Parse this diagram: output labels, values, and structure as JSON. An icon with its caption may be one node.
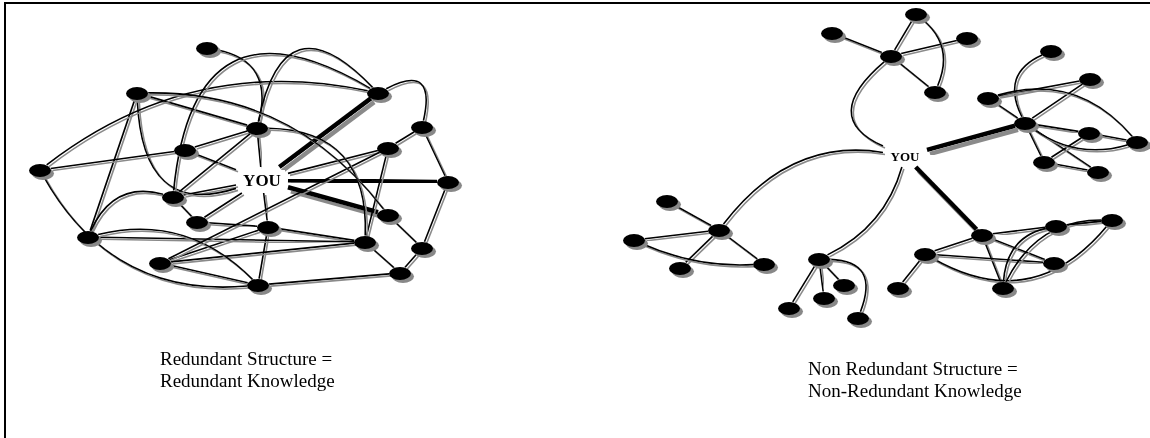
{
  "diagram": {
    "nodes": [
      {
        "text": [
          "YOU"
        ]
      },
      {
        "text": [],
        "shape": "circle"
      },
      {
        "text": [],
        "shape": "circle"
      },
      {
        "text": [],
        "shape": "circle"
      },
      {
        "text": [],
        "shape": "circle"
      },
      {
        "text": [],
        "shape": "circle"
      },
      {
        "text": [],
        "shape": "circle"
      },
      {
        "text": [],
        "shape": "circle"
      },
      {
        "text": [],
        "shape": "circle"
      },
      {
        "text": [],
        "shape": "circle"
      },
      {
        "text": [],
        "shape": "circle"
      },
      {
        "text": [],
        "shape": "circle"
      },
      {
        "text": [],
        "shape": "circle"
      },
      {
        "text": [],
        "shape": "circle"
      },
      {
        "text": [],
        "shape": "circle"
      },
      {
        "text": [],
        "shape": "circle"
      },
      {
        "text": [],
        "shape": "circle"
      },
      {
        "text": [],
        "shape": "circle"
      },
      {
        "text": [],
        "shape": "circle"
      },
      {
        "text": [],
        "shape": "circle"
      },
      {
        "text": [
          "YOU"
        ]
      },
      {
        "text": [],
        "shape": "circle"
      },
      {
        "text": [],
        "shape": "circle"
      },
      {
        "text": [],
        "shape": "circle"
      },
      {
        "text": [],
        "shape": "circle"
      },
      {
        "text": [],
        "shape": "circle"
      },
      {
        "text": [],
        "shape": "circle"
      },
      {
        "text": [],
        "shape": "circle"
      },
      {
        "text": [],
        "shape": "circle"
      },
      {
        "text": [],
        "shape": "circle"
      },
      {
        "text": [],
        "shape": "circle"
      },
      {
        "text": [],
        "shape": "circle"
      },
      {
        "text": [],
        "shape": "circle"
      },
      {
        "text": [],
        "shape": "circle"
      },
      {
        "text": [],
        "shape": "circle"
      },
      {
        "text": [],
        "shape": "circle"
      },
      {
        "text": [],
        "shape": "circle"
      },
      {
        "text": [],
        "shape": "circle"
      },
      {
        "text": [],
        "shape": "circle"
      },
      {
        "text": [],
        "shape": "circle"
      },
      {
        "text": [],
        "shape": "circle"
      },
      {
        "text": [],
        "shape": "circle"
      },
      {
        "text": [],
        "shape": "circle"
      },
      {
        "text": [],
        "shape": "circle"
      },
      {
        "text": [],
        "shape": "circle"
      },
      {
        "text": [],
        "shape": "circle"
      },
      {
        "text": [],
        "shape": "circle"
      },
      {
        "text": [],
        "shape": "circle"
      },
      {
        "text": [],
        "shape": "circle"
      },
      {
        "text": [],
        "shape": "circle"
      },
      {
        "text": [],
        "shape": "circle"
      }
    ],
    "edges": [
      {
        "from": 0,
        "to": 3,
        "arrow": "none",
        "style": "thick"
      },
      {
        "from": 0,
        "to": 9,
        "arrow": "none",
        "style": "thick"
      },
      {
        "from": 0,
        "to": 13,
        "arrow": "none",
        "style": "thick"
      },
      {
        "from": 0,
        "to": 4,
        "arrow": "none"
      },
      {
        "from": 0,
        "to": 6,
        "arrow": "none"
      },
      {
        "from": 0,
        "to": 7,
        "arrow": "none"
      },
      {
        "from": 0,
        "to": 10,
        "arrow": "none"
      },
      {
        "from": 0,
        "to": 11,
        "arrow": "none"
      },
      {
        "from": 0,
        "to": 12,
        "arrow": "none"
      },
      {
        "from": 0,
        "to": 2,
        "arrow": "none"
      },
      {
        "from": 1,
        "to": 4,
        "arrow": "none"
      },
      {
        "from": 2,
        "to": 3,
        "arrow": "none"
      },
      {
        "from": 2,
        "to": 4,
        "arrow": "none"
      },
      {
        "from": 2,
        "to": 14,
        "arrow": "none"
      },
      {
        "from": 8,
        "to": 3,
        "arrow": "none"
      },
      {
        "from": 8,
        "to": 6,
        "arrow": "none"
      },
      {
        "from": 6,
        "to": 4,
        "arrow": "none"
      },
      {
        "from": 4,
        "to": 10,
        "arrow": "none"
      },
      {
        "from": 10,
        "to": 11,
        "arrow": "none"
      },
      {
        "from": 11,
        "to": 12,
        "arrow": "none"
      },
      {
        "from": 12,
        "to": 15,
        "arrow": "none"
      },
      {
        "from": 12,
        "to": 17,
        "arrow": "none"
      },
      {
        "from": 12,
        "to": 19,
        "arrow": "none"
      },
      {
        "from": 17,
        "to": 15,
        "arrow": "none"
      },
      {
        "from": 14,
        "to": 15,
        "arrow": "none"
      },
      {
        "from": 14,
        "to": 19,
        "arrow": "none"
      },
      {
        "from": 17,
        "to": 19,
        "arrow": "none"
      },
      {
        "from": 15,
        "to": 18,
        "arrow": "none"
      },
      {
        "from": 18,
        "to": 19,
        "arrow": "none"
      },
      {
        "from": 7,
        "to": 5,
        "arrow": "none"
      },
      {
        "from": 5,
        "to": 9,
        "arrow": "none"
      },
      {
        "from": 9,
        "to": 16,
        "arrow": "none"
      },
      {
        "from": 16,
        "to": 18,
        "arrow": "none"
      },
      {
        "from": 13,
        "to": 16,
        "arrow": "none"
      },
      {
        "from": 7,
        "to": 15,
        "arrow": "none"
      },
      {
        "from": 7,
        "to": 17,
        "arrow": "none"
      },
      {
        "from": 3,
        "to": 5,
        "arrow": "none"
      },
      {
        "from": 10,
        "to": 3,
        "arrow": "none"
      },
      {
        "from": 4,
        "to": 3,
        "arrow": "none"
      },
      {
        "from": 8,
        "to": 19,
        "arrow": "none"
      },
      {
        "from": 14,
        "to": 10,
        "arrow": "none"
      },
      {
        "from": 4,
        "to": 15,
        "arrow": "none"
      },
      {
        "from": 2,
        "to": 13,
        "arrow": "none"
      },
      {
        "from": 20,
        "to": 21,
        "arrow": "none"
      },
      {
        "from": 21,
        "to": 22,
        "arrow": "none"
      },
      {
        "from": 21,
        "to": 23,
        "arrow": "none"
      },
      {
        "from": 21,
        "to": 24,
        "arrow": "none"
      },
      {
        "from": 21,
        "to": 25,
        "arrow": "none"
      },
      {
        "from": 23,
        "to": 25,
        "arrow": "none"
      },
      {
        "from": 20,
        "to": 26,
        "arrow": "none",
        "style": "thick"
      },
      {
        "from": 26,
        "to": 27,
        "arrow": "none"
      },
      {
        "from": 29,
        "to": 28,
        "arrow": "none"
      },
      {
        "from": 26,
        "to": 28,
        "arrow": "none"
      },
      {
        "from": 29,
        "to": 31,
        "arrow": "none"
      },
      {
        "from": 29,
        "to": 26,
        "arrow": "none"
      },
      {
        "from": 26,
        "to": 30,
        "arrow": "none"
      },
      {
        "from": 26,
        "to": 33,
        "arrow": "none"
      },
      {
        "from": 26,
        "to": 32,
        "arrow": "none"
      },
      {
        "from": 32,
        "to": 30,
        "arrow": "none"
      },
      {
        "from": 32,
        "to": 33,
        "arrow": "none"
      },
      {
        "from": 30,
        "to": 31,
        "arrow": "none"
      },
      {
        "from": 26,
        "to": 31,
        "arrow": "none"
      },
      {
        "from": 20,
        "to": 34,
        "arrow": "none"
      },
      {
        "from": 34,
        "to": 35,
        "arrow": "none"
      },
      {
        "from": 34,
        "to": 36,
        "arrow": "none"
      },
      {
        "from": 34,
        "to": 37,
        "arrow": "none"
      },
      {
        "from": 34,
        "to": 38,
        "arrow": "none"
      },
      {
        "from": 36,
        "to": 38,
        "arrow": "none"
      },
      {
        "from": 20,
        "to": 39,
        "arrow": "none"
      },
      {
        "from": 39,
        "to": 40,
        "arrow": "none"
      },
      {
        "from": 39,
        "to": 41,
        "arrow": "none"
      },
      {
        "from": 39,
        "to": 42,
        "arrow": "none"
      },
      {
        "from": 39,
        "to": 43,
        "arrow": "none"
      },
      {
        "from": 20,
        "to": 44,
        "arrow": "none",
        "style": "thick"
      },
      {
        "from": 44,
        "to": 45,
        "arrow": "none"
      },
      {
        "from": 45,
        "to": 46,
        "arrow": "none"
      },
      {
        "from": 44,
        "to": 47,
        "arrow": "none"
      },
      {
        "from": 44,
        "to": 48,
        "arrow": "none"
      },
      {
        "from": 44,
        "to": 49,
        "arrow": "none"
      },
      {
        "from": 45,
        "to": 48,
        "arrow": "none"
      },
      {
        "from": 45,
        "to": 50,
        "arrow": "none"
      },
      {
        "from": 47,
        "to": 49,
        "arrow": "none"
      },
      {
        "from": 47,
        "to": 50,
        "arrow": "none"
      },
      {
        "from": 49,
        "to": 50,
        "arrow": "none"
      }
    ],
    "labels": [
      "Redundant Structure = Redundant Knowledge",
      "Non Redundant Structure = Non-Redundant Knowledge"
    ]
  }
}
